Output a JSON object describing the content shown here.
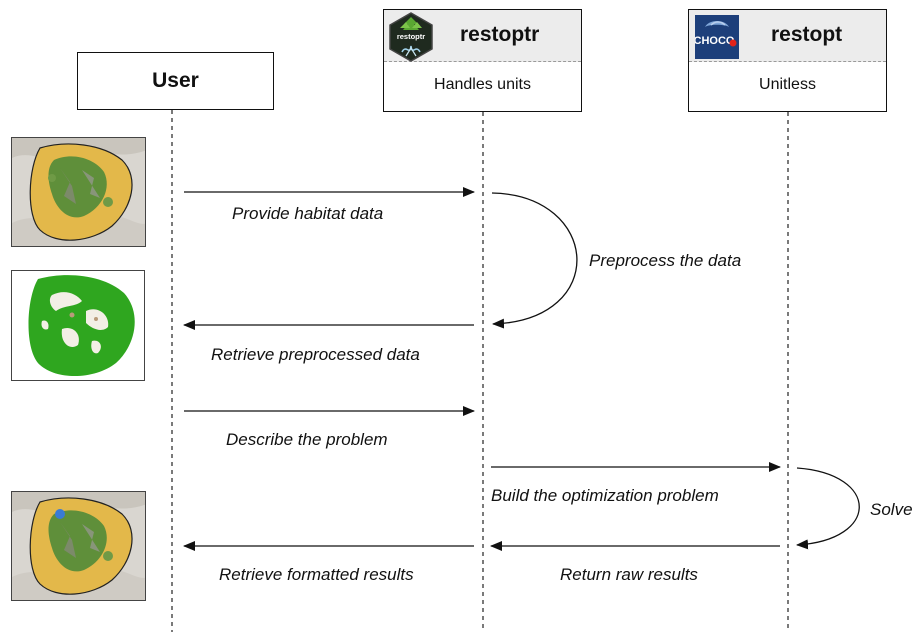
{
  "actors": {
    "user": {
      "title": "User"
    },
    "restoptr": {
      "title": "restoptr",
      "subtitle": "Handles units",
      "logo_text": "restoptr"
    },
    "restopt": {
      "title": "restopt",
      "subtitle": "Unitless",
      "logo_text": "CHOCO"
    }
  },
  "messages": {
    "provide_habitat": "Provide habitat data",
    "preprocess": "Preprocess the data",
    "retrieve_preprocessed": "Retrieve preprocessed data",
    "describe_problem": "Describe the problem",
    "build_problem": "Build the optimization problem",
    "solve": "Solve",
    "return_raw": "Return raw results",
    "retrieve_formatted": "Retrieve formatted results"
  }
}
